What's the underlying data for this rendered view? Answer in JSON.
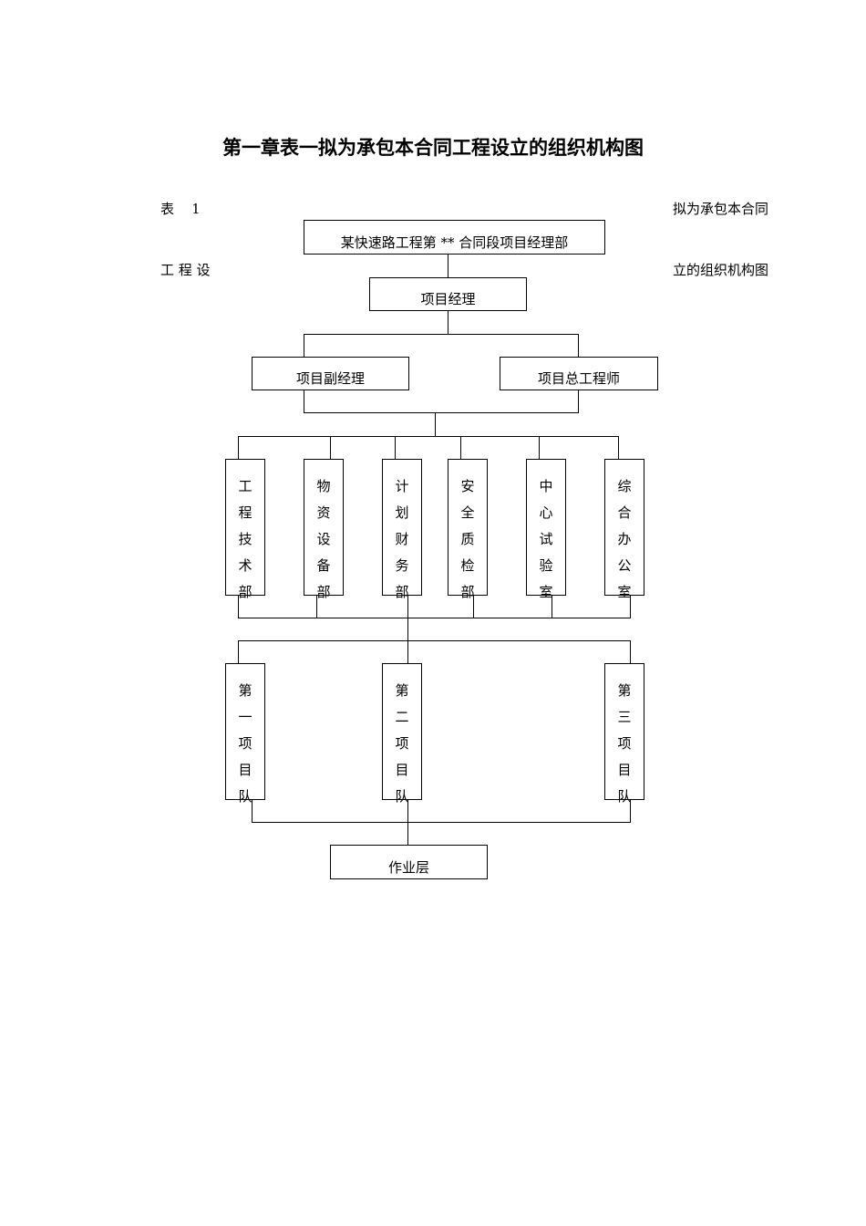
{
  "title": "第一章表一拟为承包本合同工程设立的组织机构图",
  "side_labels": {
    "left_top": "表    1",
    "left_bottom": "工 程 设",
    "right_top": "拟为承包本合同",
    "right_bottom": "立的组织机构图"
  },
  "org": {
    "root": "某快速路工程第 ** 合同段项目经理部",
    "manager": "项目经理",
    "deputy_manager": "项目副经理",
    "chief_engineer": "项目总工程师",
    "departments": [
      "工程技术部",
      "物资设备部",
      "计划财务部",
      "安全质检部",
      "中心试验室",
      "综合办公室"
    ],
    "teams": [
      "第一项目队",
      "第二项目队",
      "第三项目队"
    ],
    "work_layer": "作业层"
  }
}
